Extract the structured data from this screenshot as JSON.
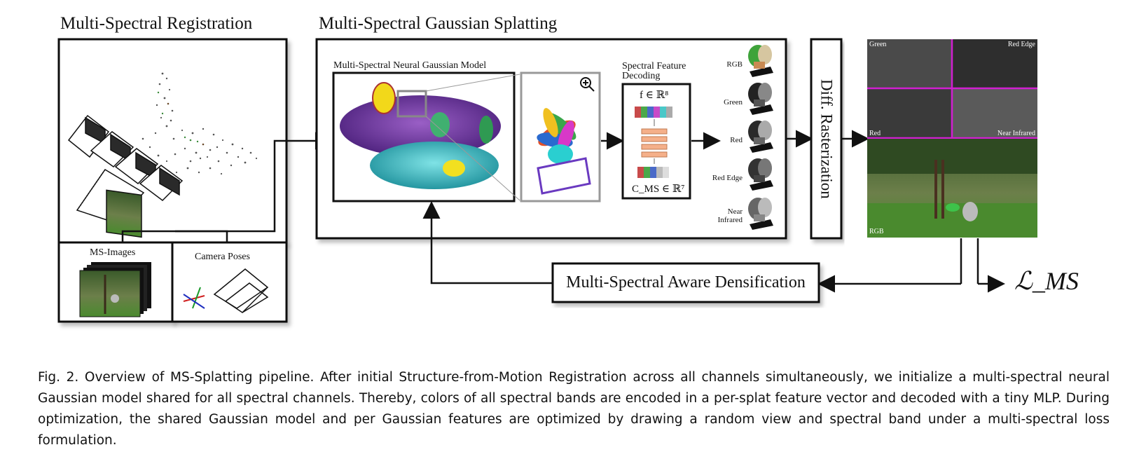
{
  "sections": {
    "registration_title": "Multi-Spectral Registration",
    "splatting_title": "Multi-Spectral Gaussian Splatting"
  },
  "registration": {
    "ms_images_label": "MS-Images",
    "camera_poses_label": "Camera Poses"
  },
  "model": {
    "title": "Multi-Spectral Neural Gaussian Model",
    "decoding_title_line1": "Spectral Feature",
    "decoding_title_line2": "Decoding",
    "feature_symbol": "f ∈ ℝ⁸",
    "output_symbol": "C_MS ∈ ℝ⁷"
  },
  "channels": [
    "RGB",
    "Green",
    "Red",
    "Red Edge",
    "Near Infrared"
  ],
  "rasterization_label": "Diff. Rasterization",
  "render_grid": {
    "top_left": "Green",
    "top_right": "Red Edge",
    "bottom_left": "Red",
    "bottom_right": "Near Infrared",
    "rgb_label": "RGB"
  },
  "densification_label": "Multi-Spectral Aware Densification",
  "loss_label": "ℒ_MS",
  "caption": "Fig. 2.  Overview of MS-Splatting pipeline. After initial Structure-from-Motion Registration across all channels simultaneously, we initialize a multi-spectral neural Gaussian model shared for all spectral channels. Thereby, colors of all spectral bands are encoded in a per-splat feature vector and decoded with a tiny MLP. During optimization, the shared Gaussian model and per Gaussian features are optimized by drawing a random view and spectral band under a multi-spectral loss formulation.",
  "colors": {
    "accent_magenta": "#d01fd0",
    "block_orange": "#f5b08a",
    "grass_green": "#3d7a2a"
  }
}
